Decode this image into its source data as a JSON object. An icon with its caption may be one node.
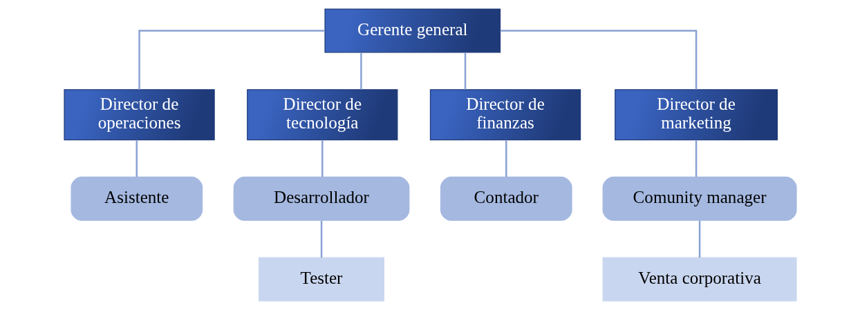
{
  "diagram": {
    "nodes": [
      {
        "text": [
          "Gerente general"
        ]
      },
      {
        "text": [
          "Director de operaciones"
        ]
      },
      {
        "text": [
          "Director de tecnología"
        ]
      },
      {
        "text": [
          "Director de finanzas"
        ]
      },
      {
        "text": [
          "Director de marketing"
        ]
      },
      {
        "text": [
          "Asistente"
        ]
      },
      {
        "text": [
          "Desarrollador"
        ]
      },
      {
        "text": [
          "Tester"
        ]
      },
      {
        "text": [
          "Contador"
        ]
      },
      {
        "text": [
          "Comunity manager"
        ]
      },
      {
        "text": [
          "Venta corporativa"
        ]
      }
    ],
    "edges": [
      {
        "from": 0,
        "to": 1,
        "arrow": "none"
      },
      {
        "from": 0,
        "to": 2,
        "arrow": "none"
      },
      {
        "from": 0,
        "to": 3,
        "arrow": "none"
      },
      {
        "from": 0,
        "to": 4,
        "arrow": "none"
      },
      {
        "from": 1,
        "to": 5,
        "arrow": "none"
      },
      {
        "from": 2,
        "to": 6,
        "arrow": "none"
      },
      {
        "from": 6,
        "to": 7,
        "arrow": "none"
      },
      {
        "from": 3,
        "to": 8,
        "arrow": "none"
      },
      {
        "from": 4,
        "to": 9,
        "arrow": "none"
      },
      {
        "from": 9,
        "to": 10,
        "arrow": "none"
      }
    ]
  }
}
